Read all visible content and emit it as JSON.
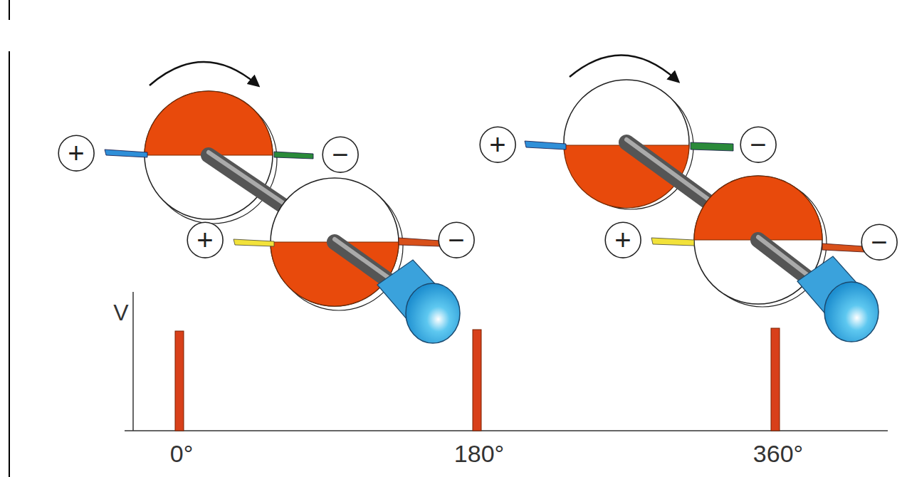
{
  "diagram": {
    "nodes": [
      {
        "text": [
          "+"
        ]
      },
      {
        "text": [
          "−"
        ]
      },
      {
        "text": [
          "+"
        ]
      },
      {
        "text": [
          "−"
        ]
      },
      {
        "text": [
          "+"
        ]
      },
      {
        "text": [
          "−"
        ]
      },
      {
        "text": [
          "+"
        ]
      },
      {
        "text": [
          "−"
        ]
      }
    ],
    "labels": [
      "V",
      "0°",
      "180°",
      "360°"
    ]
  }
}
